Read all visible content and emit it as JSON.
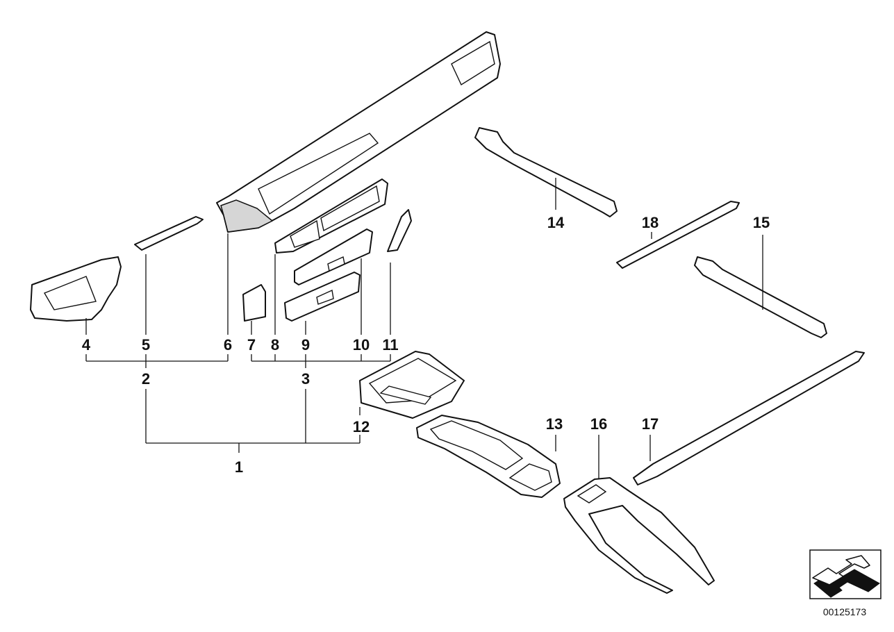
{
  "diagram": {
    "callouts": {
      "c1": "1",
      "c2": "2",
      "c3": "3",
      "c4": "4",
      "c5": "5",
      "c6": "6",
      "c7": "7",
      "c8": "8",
      "c9": "9",
      "c10": "10",
      "c11": "11",
      "c12": "12",
      "c13": "13",
      "c14": "14",
      "c15": "15",
      "c16": "16",
      "c17": "17",
      "c18": "18"
    },
    "doc_id": "00125173",
    "orientation_icon": "arrow-icon"
  }
}
